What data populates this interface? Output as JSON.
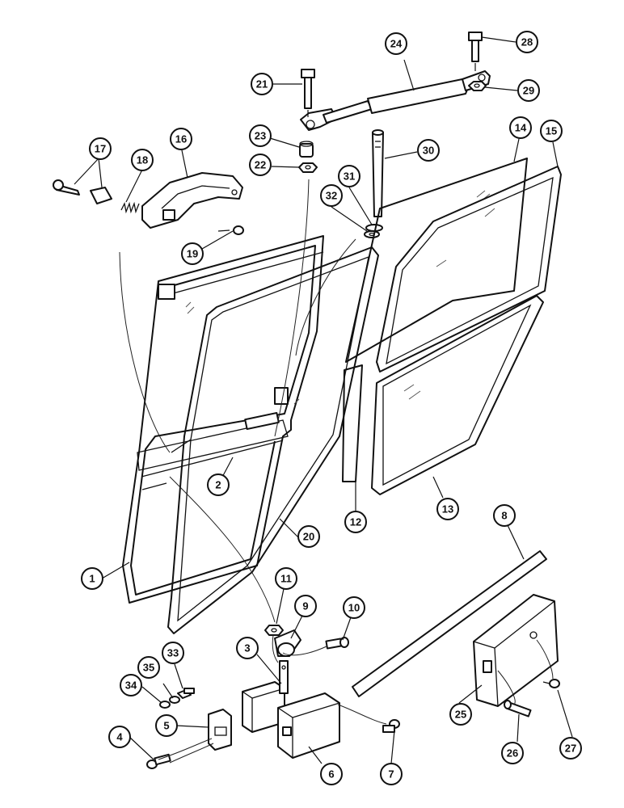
{
  "callouts": [
    "1",
    "2",
    "3",
    "4",
    "5",
    "6",
    "7",
    "8",
    "9",
    "10",
    "11",
    "12",
    "13",
    "14",
    "15",
    "16",
    "17",
    "18",
    "19",
    "20",
    "21",
    "22",
    "23",
    "24",
    "25",
    "26",
    "27",
    "28",
    "29",
    "30",
    "31",
    "32",
    "33",
    "34",
    "35"
  ]
}
